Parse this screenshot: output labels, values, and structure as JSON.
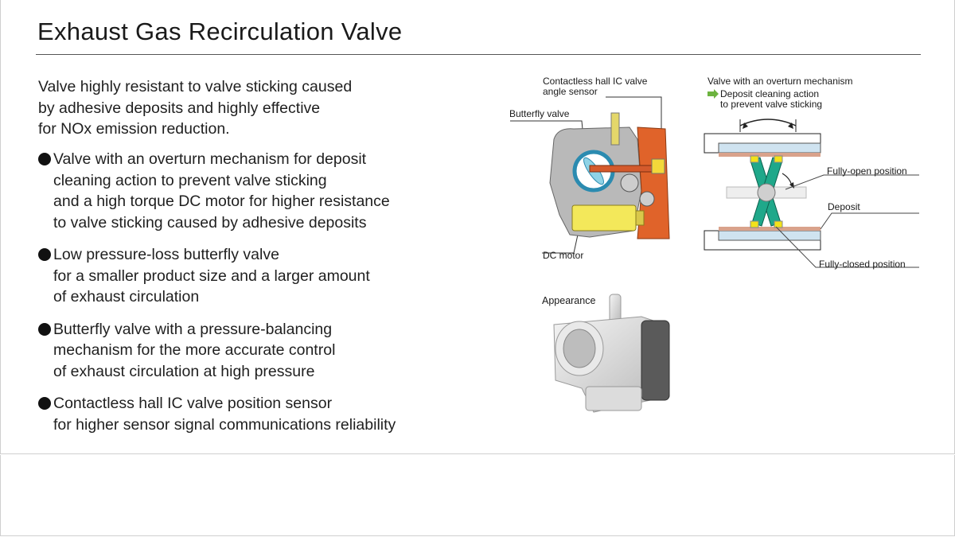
{
  "title": "Exhaust Gas Recirculation Valve",
  "intro": "Valve highly resistant to valve sticking caused\nby adhesive deposits and highly effective\nfor NOx emission reduction.",
  "bullets": [
    "Valve with an overturn mechanism for deposit\ncleaning action to prevent valve sticking\nand a high torque DC motor for higher resistance\nto valve sticking caused by adhesive deposits",
    "Low pressure-loss butterfly valve\nfor a smaller product size and a larger amount\nof exhaust circulation",
    "Butterfly valve with a pressure-balancing\nmechanism for the more accurate control\nof exhaust circulation at high pressure",
    "Contactless hall IC valve position sensor\nfor higher sensor signal communications reliability"
  ],
  "cutaway": {
    "sensor_label": "Contactless hall IC valve\nangle sensor",
    "butterfly_label": "Butterfly valve",
    "motor_label": "DC motor"
  },
  "mechanism": {
    "heading": "Valve with an overturn mechanism",
    "legend_label": "Deposit cleaning action\nto prevent valve sticking",
    "open_label": "Fully-open position",
    "deposit_label": "Deposit",
    "closed_label": "Fully-closed position"
  },
  "appearance_label": "Appearance",
  "colors": {
    "legend_arrow": "#6cb33f",
    "valve_green": "#1fa88a",
    "deposit_yellow": "#f2e21a",
    "pipe_blue": "#cfe3f0",
    "deposit_brown": "#d9a28b",
    "housing_orange": "#e0632a",
    "motor_yellow": "#f3e85a"
  }
}
